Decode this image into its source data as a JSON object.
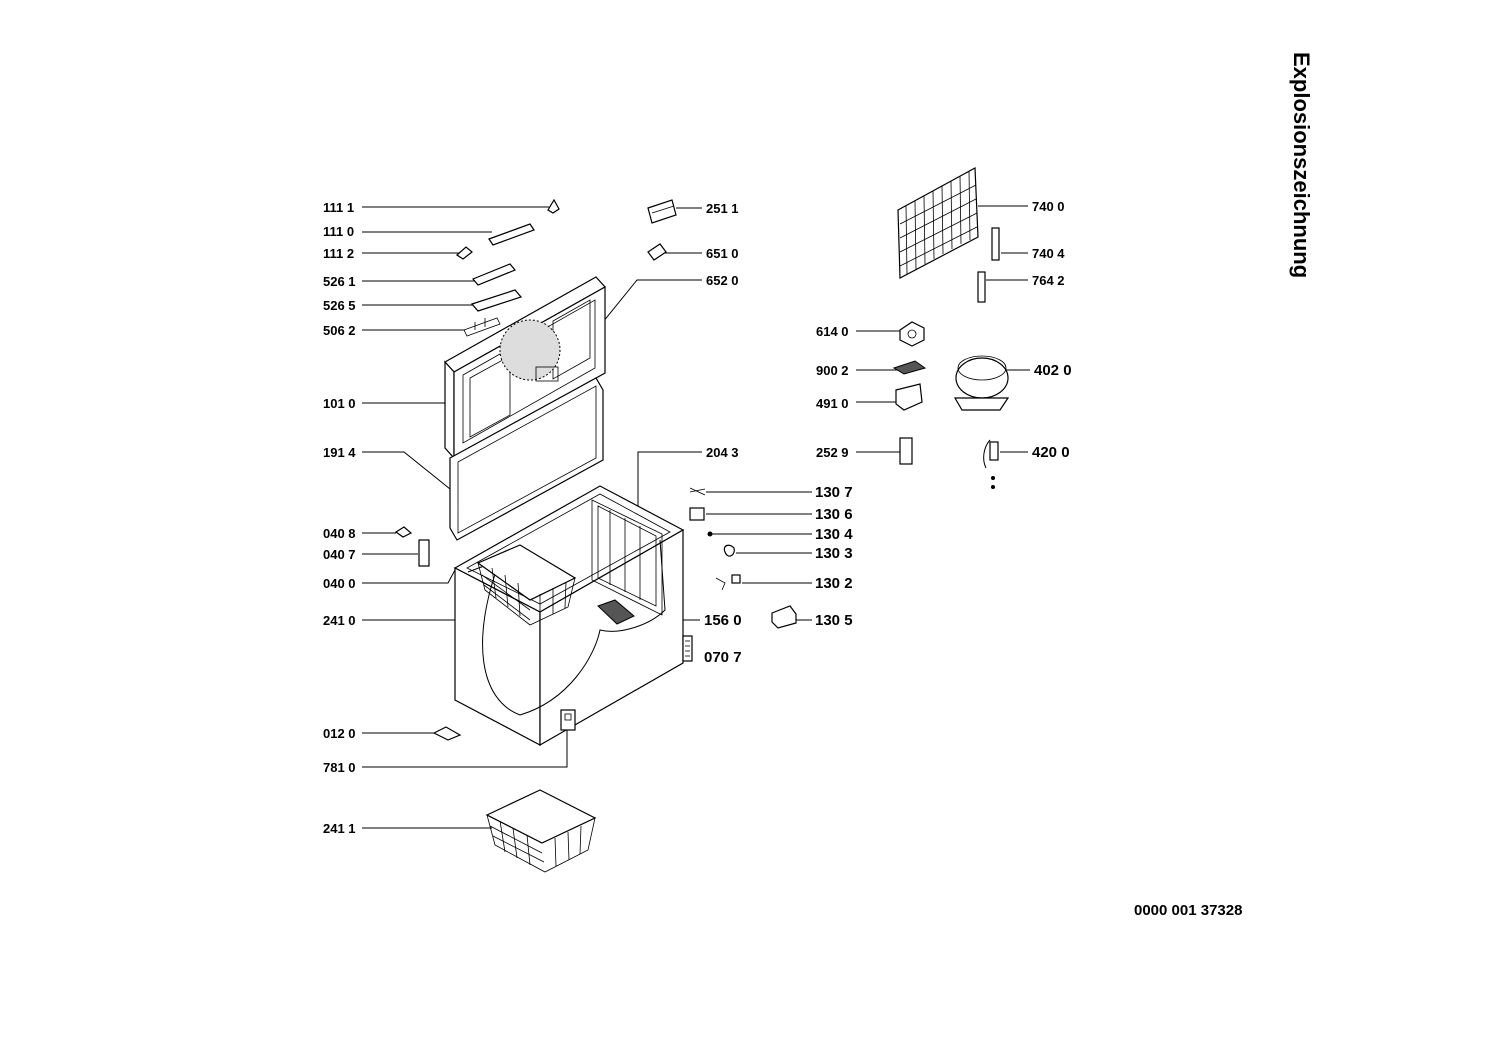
{
  "title": "Explosionszeichnung",
  "document_number": "0000 001 37328",
  "callouts": [
    {
      "id": "c1111",
      "text": "111 1"
    },
    {
      "id": "c1110",
      "text": "111 0"
    },
    {
      "id": "c1112",
      "text": "111 2"
    },
    {
      "id": "c5261",
      "text": "526 1"
    },
    {
      "id": "c5265",
      "text": "526 5"
    },
    {
      "id": "c5062",
      "text": "506 2"
    },
    {
      "id": "c1010",
      "text": "101 0"
    },
    {
      "id": "c1914",
      "text": "191 4"
    },
    {
      "id": "c0408",
      "text": "040 8"
    },
    {
      "id": "c0407",
      "text": "040 7"
    },
    {
      "id": "c0400",
      "text": "040 0"
    },
    {
      "id": "c2410",
      "text": "241 0"
    },
    {
      "id": "c0120",
      "text": "012 0"
    },
    {
      "id": "c7810",
      "text": "781 0"
    },
    {
      "id": "c2411",
      "text": "241 1"
    },
    {
      "id": "c2511",
      "text": "251 1"
    },
    {
      "id": "c6510",
      "text": "651 0"
    },
    {
      "id": "c6520",
      "text": "652 0"
    },
    {
      "id": "c2043",
      "text": "204 3"
    },
    {
      "id": "c1307",
      "text": "130 7"
    },
    {
      "id": "c1306",
      "text": "130 6"
    },
    {
      "id": "c1304",
      "text": "130 4"
    },
    {
      "id": "c1303",
      "text": "130 3"
    },
    {
      "id": "c1302",
      "text": "130 2"
    },
    {
      "id": "c1560",
      "text": "156 0"
    },
    {
      "id": "c1305",
      "text": "130 5"
    },
    {
      "id": "c0707",
      "text": "070 7"
    },
    {
      "id": "c7400",
      "text": "740 0"
    },
    {
      "id": "c7404",
      "text": "740 4"
    },
    {
      "id": "c7642",
      "text": "764 2"
    },
    {
      "id": "c6140",
      "text": "614 0"
    },
    {
      "id": "c9002",
      "text": "900 2"
    },
    {
      "id": "c4020",
      "text": "402 0"
    },
    {
      "id": "c4910",
      "text": "491 0"
    },
    {
      "id": "c2529",
      "text": "252 9"
    },
    {
      "id": "c4200",
      "text": "420 0"
    }
  ]
}
